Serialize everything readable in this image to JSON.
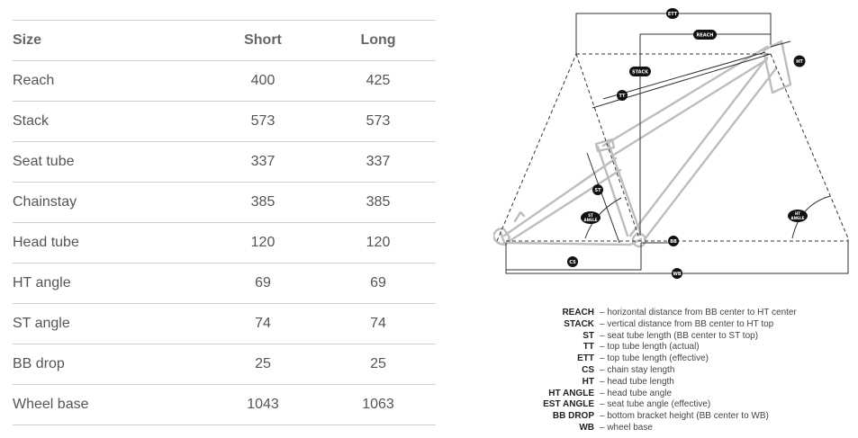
{
  "table": {
    "header": [
      "Size",
      "Short",
      "Long"
    ],
    "rows": [
      [
        "Reach",
        "400",
        "425"
      ],
      [
        "Stack",
        "573",
        "573"
      ],
      [
        "Seat tube",
        "337",
        "337"
      ],
      [
        "Chainstay",
        "385",
        "385"
      ],
      [
        "Head tube",
        "120",
        "120"
      ],
      [
        "HT angle",
        "69",
        "69"
      ],
      [
        "ST angle",
        "74",
        "74"
      ],
      [
        "BB drop",
        "25",
        "25"
      ],
      [
        "Wheel base",
        "1043",
        "1063"
      ]
    ]
  },
  "diagram": {
    "badges": {
      "ett": "ETT",
      "reach": "REACH",
      "stack": "STACK",
      "tt": "TT",
      "ht": "HT",
      "st": "ST",
      "st_angle_1": "ST",
      "st_angle_2": "ANGLE",
      "ht_angle_1": "HT",
      "ht_angle_2": "ANGLE",
      "bb": "BB",
      "cs": "CS",
      "wb": "WB"
    }
  },
  "legend": [
    {
      "key": "REACH",
      "desc": "– horizontal distance from BB center to HT center"
    },
    {
      "key": "STACK",
      "desc": "– vertical distance from BB center to HT top"
    },
    {
      "key": "ST",
      "desc": "– seat tube length (BB center to ST top)"
    },
    {
      "key": "TT",
      "desc": "– top tube length (actual)"
    },
    {
      "key": "ETT",
      "desc": "– top tube length (effective)"
    },
    {
      "key": "CS",
      "desc": "– chain stay length"
    },
    {
      "key": "HT",
      "desc": "– head tube length"
    },
    {
      "key": "HT ANGLE",
      "desc": "– head tube angle"
    },
    {
      "key": "EST ANGLE",
      "desc": "– seat tube angle (effective)"
    },
    {
      "key": "BB DROP",
      "desc": "– bottom bracket height (BB center to WB)"
    },
    {
      "key": "WB",
      "desc": "– wheel base"
    }
  ]
}
